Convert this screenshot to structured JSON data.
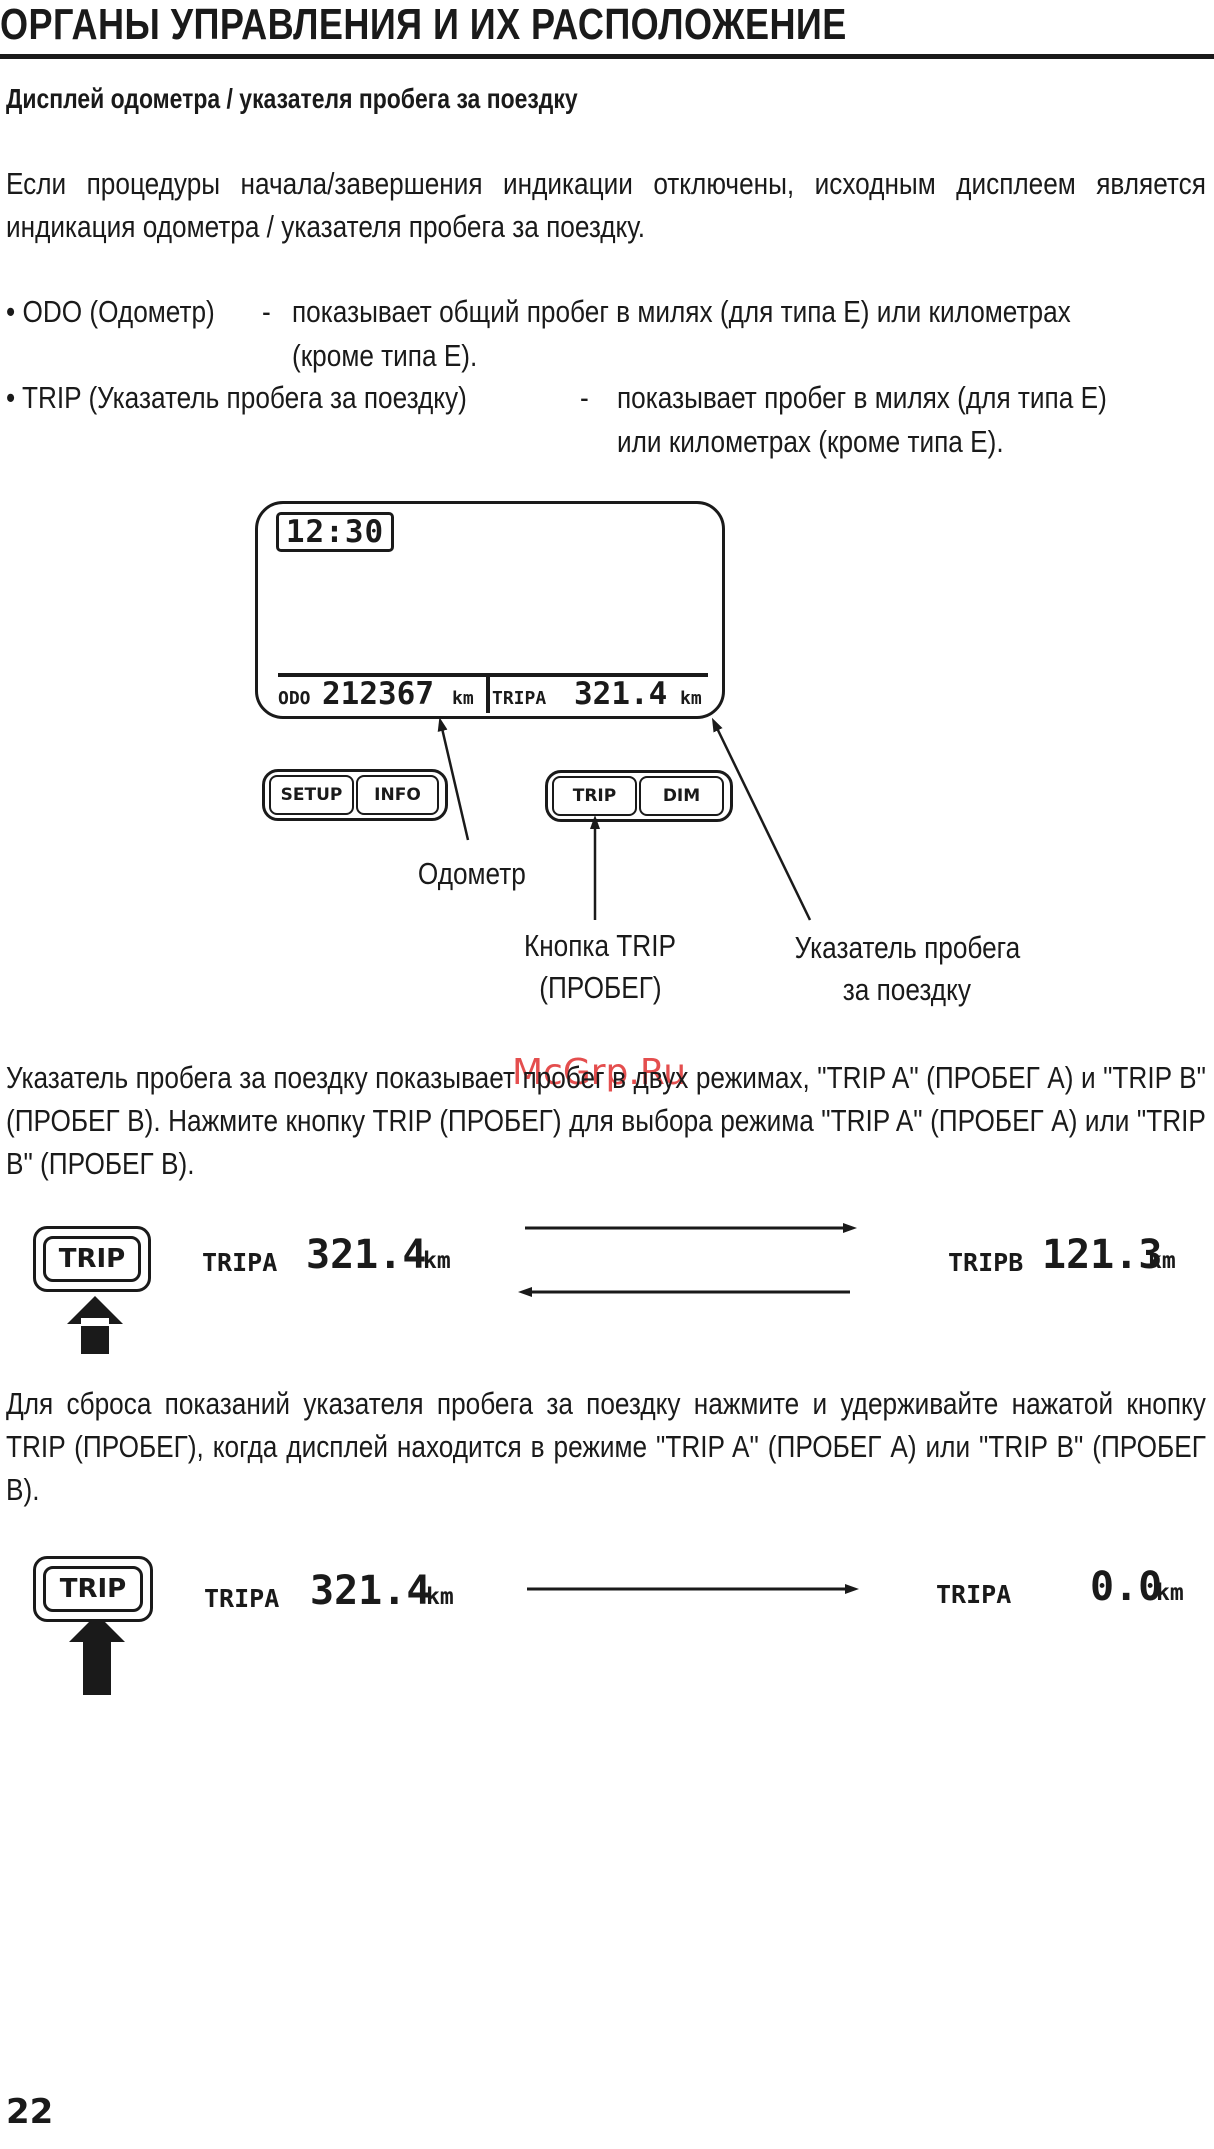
{
  "header": {
    "title": "ОРГАНЫ УПРАВЛЕНИЯ И ИХ РАСПОЛОЖЕНИЕ",
    "subtitle": "Дисплей одометра / указателя пробега за поездку"
  },
  "intro": "Если процедуры начала/завершения индикации отключены, исходным дисплеем является индикация одометра / указателя пробега за поездку.",
  "bullets": [
    {
      "term": "• ODO (Одометр)",
      "dash": "-",
      "line1": "показывает общий пробег в милях (для типа E) или километрах",
      "line2": "(кроме типа E)."
    },
    {
      "term": "• TRIP (Указатель пробега за поездку)",
      "dash": "-",
      "line1": "показывает пробег в милях (для типа E)",
      "line2": "или километрах (кроме типа E)."
    }
  ],
  "display": {
    "clock": "12:30",
    "odo_label": "ODO",
    "odo_value": "212367",
    "odo_unit": "km",
    "trip_label": "TRIPA",
    "trip_value": "321.4",
    "trip_unit": "km"
  },
  "buttons": {
    "setup": "SETUP",
    "info": "INFO",
    "trip": "TRIP",
    "dim": "DIM"
  },
  "captions": {
    "odometer": "Одометр",
    "trip_button_line1": "Кнопка TRIP",
    "trip_button_line2": "(ПРОБЕГ)",
    "trip_meter_line1": "Указатель пробега",
    "trip_meter_line2": "за поездку"
  },
  "watermark": "McGrp.Ru",
  "para_modes": "Указатель пробега за поездку показывает пробег в двух режимах, \"TRIP A\" (ПРОБЕГ А) и \"TRIP B\" (ПРОБЕГ В). Нажмите кнопку TRIP (ПРОБЕГ) для выбора режима \"TRIP A\" (ПРОБЕГ А) или \"TRIP B\" (ПРОБЕГ В).",
  "example1": {
    "button": "TRIP",
    "left_label": "TRIPA",
    "left_value": "321.4",
    "left_unit": "km",
    "right_label": "TRIPB",
    "right_value": "121.3",
    "right_unit": "km"
  },
  "para_reset": "Для сброса показаний указателя пробега за поездку нажмите и удерживайте нажатой кнопку TRIP (ПРОБЕГ), когда дисплей находится в режиме \"TRIP A\" (ПРОБЕГ А) или \"TRIP B\" (ПРОБЕГ В).",
  "example2": {
    "button": "TRIP",
    "left_label": "TRIPA",
    "left_value": "321.4",
    "left_unit": "km",
    "right_label": "TRIPA",
    "right_value": "0.0",
    "right_unit": "km"
  },
  "page_number": "22"
}
